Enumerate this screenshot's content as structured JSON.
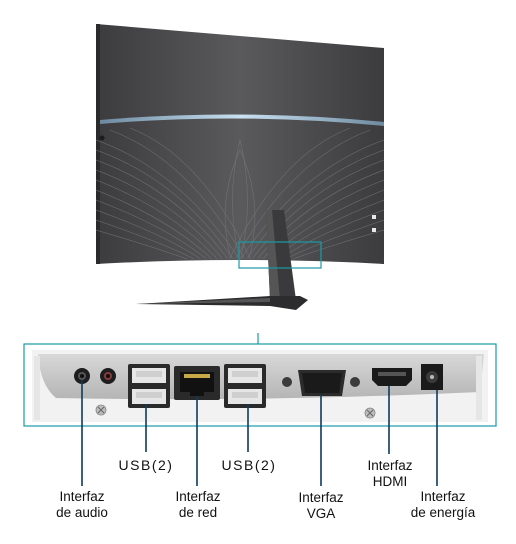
{
  "colors": {
    "callout_teal": "#1a9aa6",
    "connector_line": "#0d3b5e",
    "monitor_back": "#4a4a4c",
    "highlight_strip": "#9fc3dd"
  },
  "labels": {
    "usb_left": "USB(2)",
    "usb_right": "USB(2)",
    "hdmi_l1": "Interfaz",
    "hdmi_l2": "HDMI",
    "audio_l1": "Interfaz",
    "audio_l2": "de audio",
    "red_l1": "Interfaz",
    "red_l2": "de red",
    "vga_l1": "Interfaz",
    "vga_l2": "VGA",
    "energia_l1": "Interfaz",
    "energia_l2": "de energía"
  },
  "icons": [
    "audio-jack-icon",
    "usb-port-icon",
    "ethernet-port-icon",
    "vga-port-icon",
    "hdmi-port-icon",
    "power-port-icon",
    "screw-icon"
  ]
}
